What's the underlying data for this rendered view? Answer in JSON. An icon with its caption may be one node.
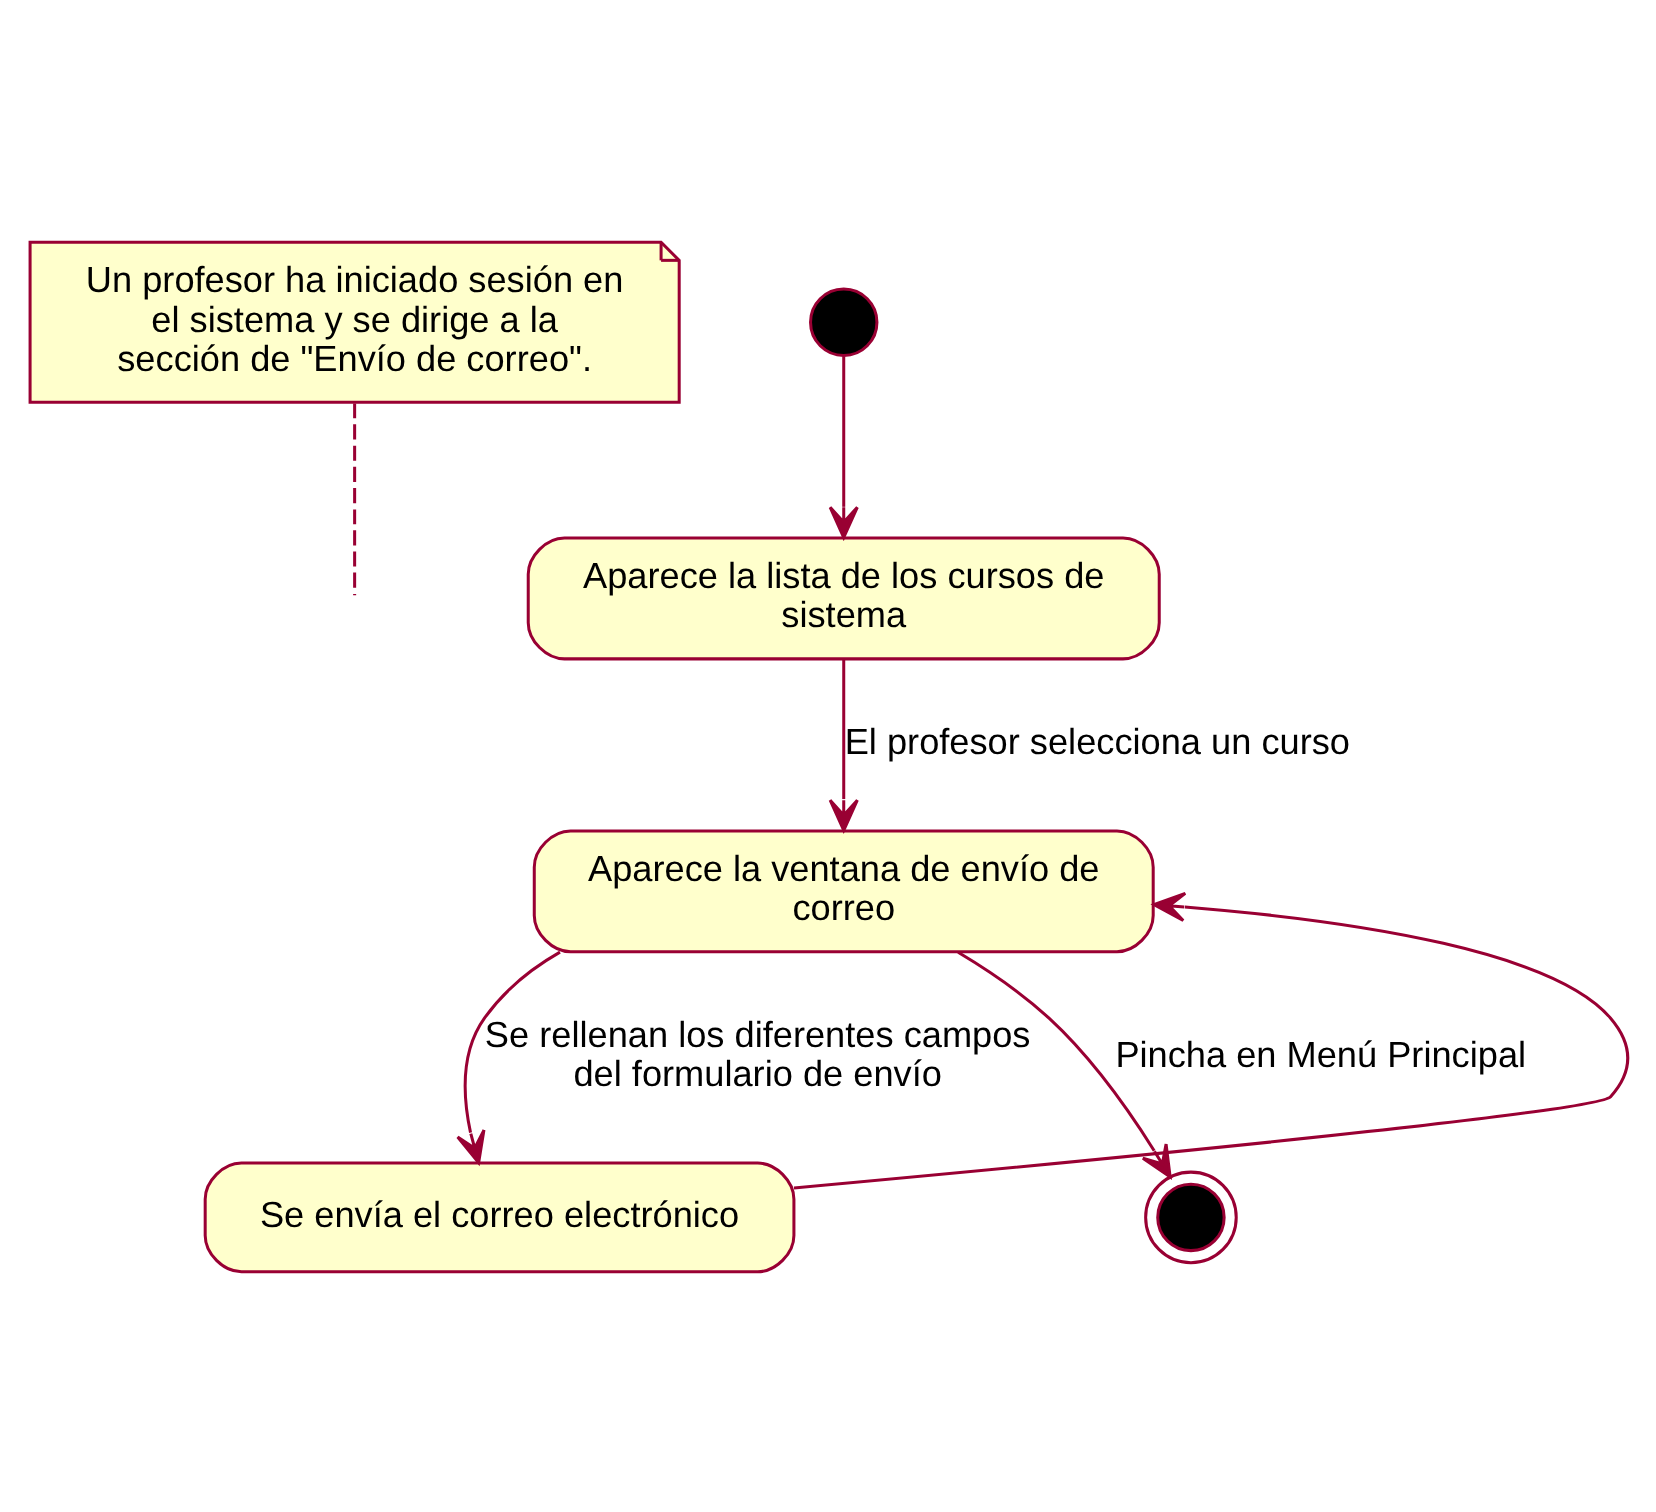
{
  "diagram": {
    "nodes": [
      {
        "text": [
          "Un profesor ha iniciado sesión en el sistema y se dirige a la sección de \"Envío de correo\"."
        ]
      },
      {
        "text": [],
        "shape": "circle"
      },
      {
        "text": [
          "Aparece la lista de los cursos de sistema"
        ]
      },
      {
        "text": [
          "Aparece la ventana de envío de correo"
        ]
      },
      {
        "text": [
          "Se envía el correo electrónico"
        ]
      },
      {
        "text": [],
        "shape": "bullseye"
      }
    ],
    "edges": [
      {
        "from": 0,
        "to": null,
        "arrow": "none",
        "style": "dashed"
      },
      {
        "from": 1,
        "to": 2,
        "arrow": "to"
      },
      {
        "from": 2,
        "to": 3,
        "arrow": "to",
        "label": "El profesor selecciona un curso"
      },
      {
        "from": 3,
        "to": 4,
        "arrow": "to",
        "label": "Se rellenan los diferentes campos del formulario de envío"
      },
      {
        "from": 4,
        "to": 3,
        "arrow": "to"
      },
      {
        "from": 3,
        "to": 5,
        "arrow": "to",
        "label": "Pincha en Menú Principal"
      }
    ]
  }
}
